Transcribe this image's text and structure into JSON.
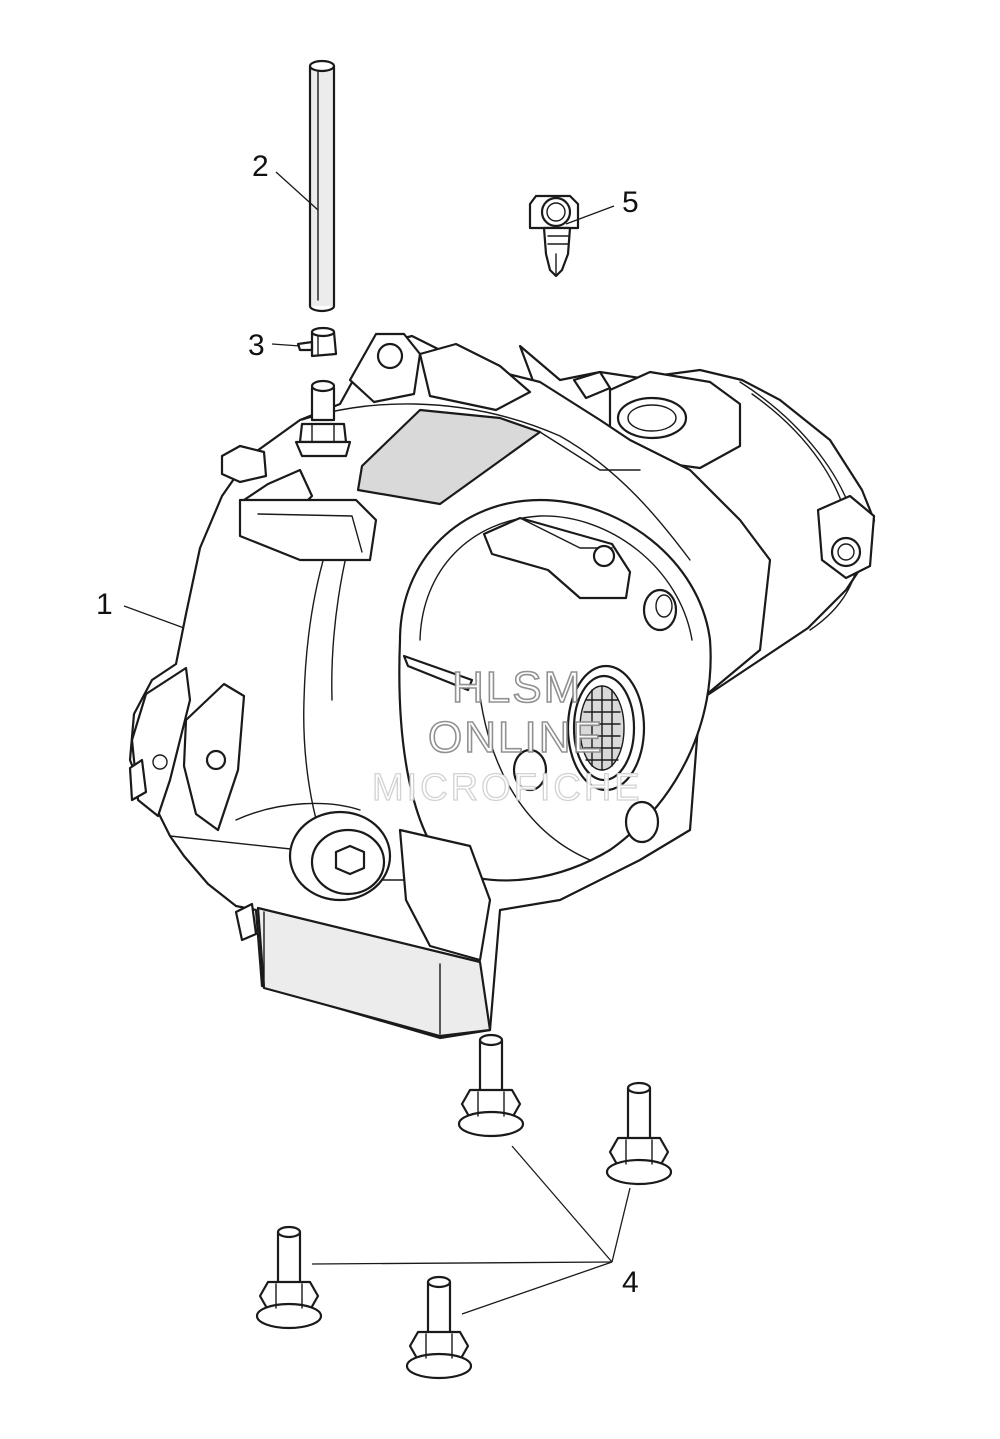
{
  "callouts": [
    {
      "id": "1",
      "label": "1"
    },
    {
      "id": "2",
      "label": "2"
    },
    {
      "id": "3",
      "label": "3"
    },
    {
      "id": "4",
      "label": "4"
    },
    {
      "id": "5",
      "label": "5"
    }
  ],
  "watermark": {
    "line1": "HLSM",
    "line2": "ONLINE",
    "line3": "MICROFICHE"
  }
}
